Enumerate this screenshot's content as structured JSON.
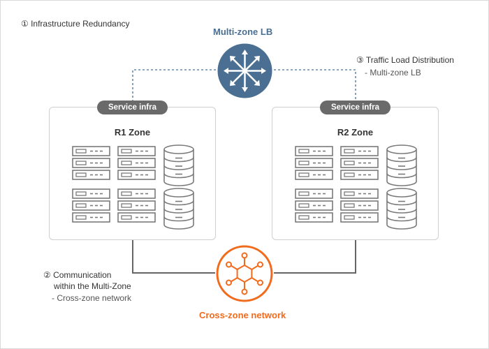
{
  "title": "① Infrastructure Redundancy",
  "lb": {
    "label": "Multi-zone LB",
    "icon": "load-balancer-icon"
  },
  "traffic_note": {
    "title": "③ Traffic Load Distribution",
    "sub": "- Multi-zone LB"
  },
  "zones": [
    {
      "badge": "Service infra",
      "name": "R1 Zone"
    },
    {
      "badge": "Service infra",
      "name": "R2 Zone"
    }
  ],
  "comm_note": {
    "line1": "② Communication",
    "line2": "within the Multi-Zone",
    "sub": "- Cross-zone network"
  },
  "network": {
    "label": "Cross-zone network",
    "icon": "network-hub-icon"
  },
  "colors": {
    "lb": "#4a6f93",
    "network": "#f26b1d",
    "zone_border": "#cfcfcf",
    "pill": "#6a6a6a",
    "server": "#7a7a7a"
  }
}
